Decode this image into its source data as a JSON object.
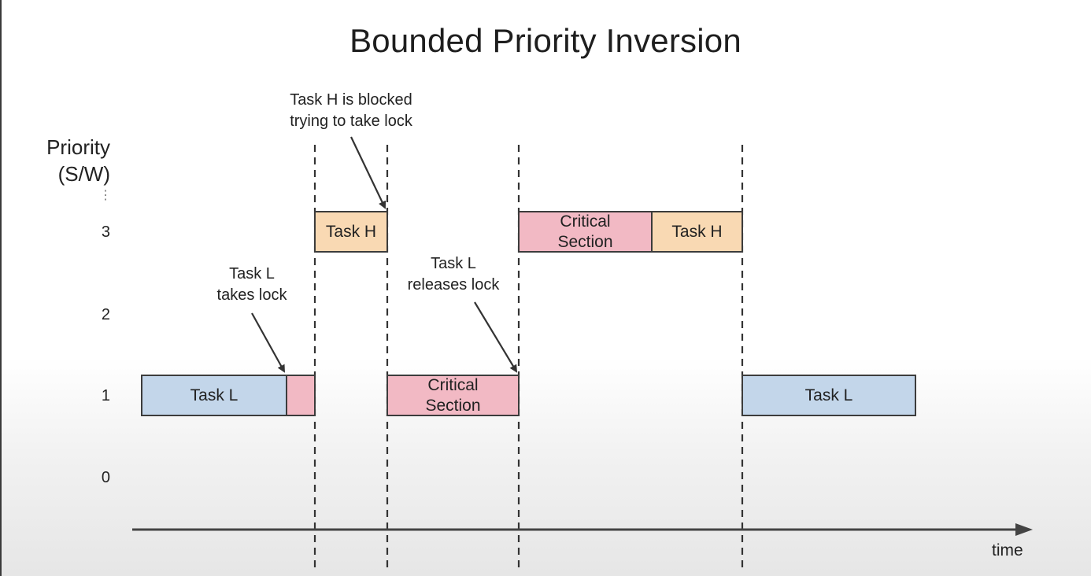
{
  "title": "Bounded Priority Inversion",
  "y_axis": {
    "label_line1": "Priority",
    "label_line2": "(S/W)",
    "ellipsis": "⋮",
    "ticks": [
      "3",
      "2",
      "1",
      "0"
    ]
  },
  "x_axis": {
    "label": "time"
  },
  "boxes": {
    "task_l_1": "Task L",
    "task_h_1": "Task H",
    "crit_1_line1": "Critical",
    "crit_1_line2": "Section",
    "crit_2_line1": "Critical",
    "crit_2_line2": "Section",
    "task_h_2": "Task H",
    "task_l_2": "Task L"
  },
  "annotations": {
    "takes_lock_line1": "Task L",
    "takes_lock_line2": "takes lock",
    "blocked_line1": "Task H is blocked",
    "blocked_line2": "trying to take lock",
    "releases_line1": "Task L",
    "releases_line2": "releases lock"
  },
  "colors": {
    "task_l": "#c3d6ea",
    "task_h": "#f9d9b3",
    "critical_section": "#f2b9c4"
  }
}
